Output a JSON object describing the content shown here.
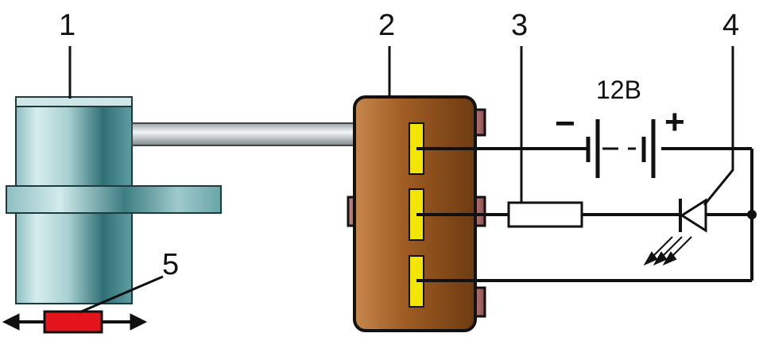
{
  "callouts": {
    "sensor": "1",
    "connector": "2",
    "resistor": "3",
    "led": "4",
    "magnet": "5"
  },
  "battery": {
    "voltage_label": "12В",
    "minus_sign": "−",
    "plus_sign": "+"
  },
  "colors": {
    "sensor_body": "#9cc6c8",
    "connector_body": "#a4622a",
    "connector_pins": "#f2e600",
    "magnet": "#e3141b",
    "wire": "#111111"
  },
  "icons": [
    "sensor-body",
    "cable",
    "connector",
    "pin",
    "battery-cell",
    "resistor",
    "led-diode",
    "light-arrows",
    "magnet",
    "motion-arrows"
  ]
}
